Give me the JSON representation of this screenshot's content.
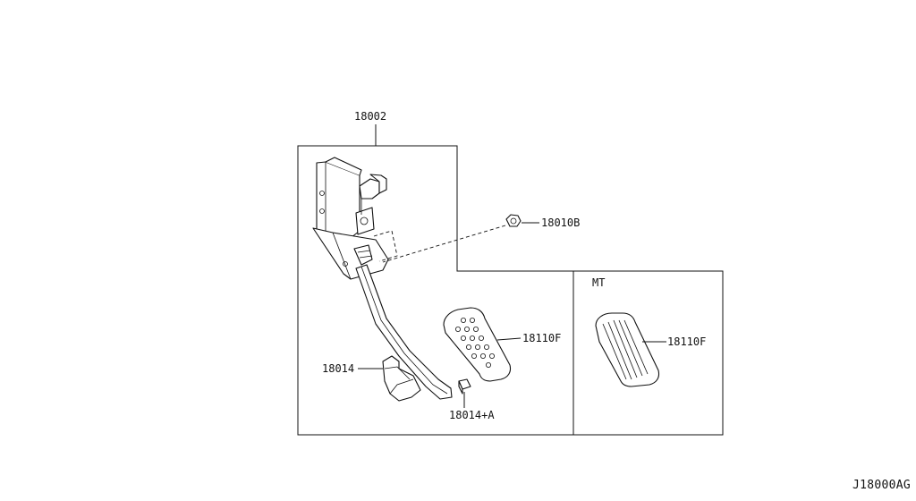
{
  "labels": {
    "assembly": "18002",
    "nut": "18010B",
    "pad_main": "18110F",
    "bracket": "18014",
    "stopper": "18014+A",
    "pad_mt": "18110F",
    "mt_title": "MT"
  },
  "diagram_code": "J18000AG"
}
